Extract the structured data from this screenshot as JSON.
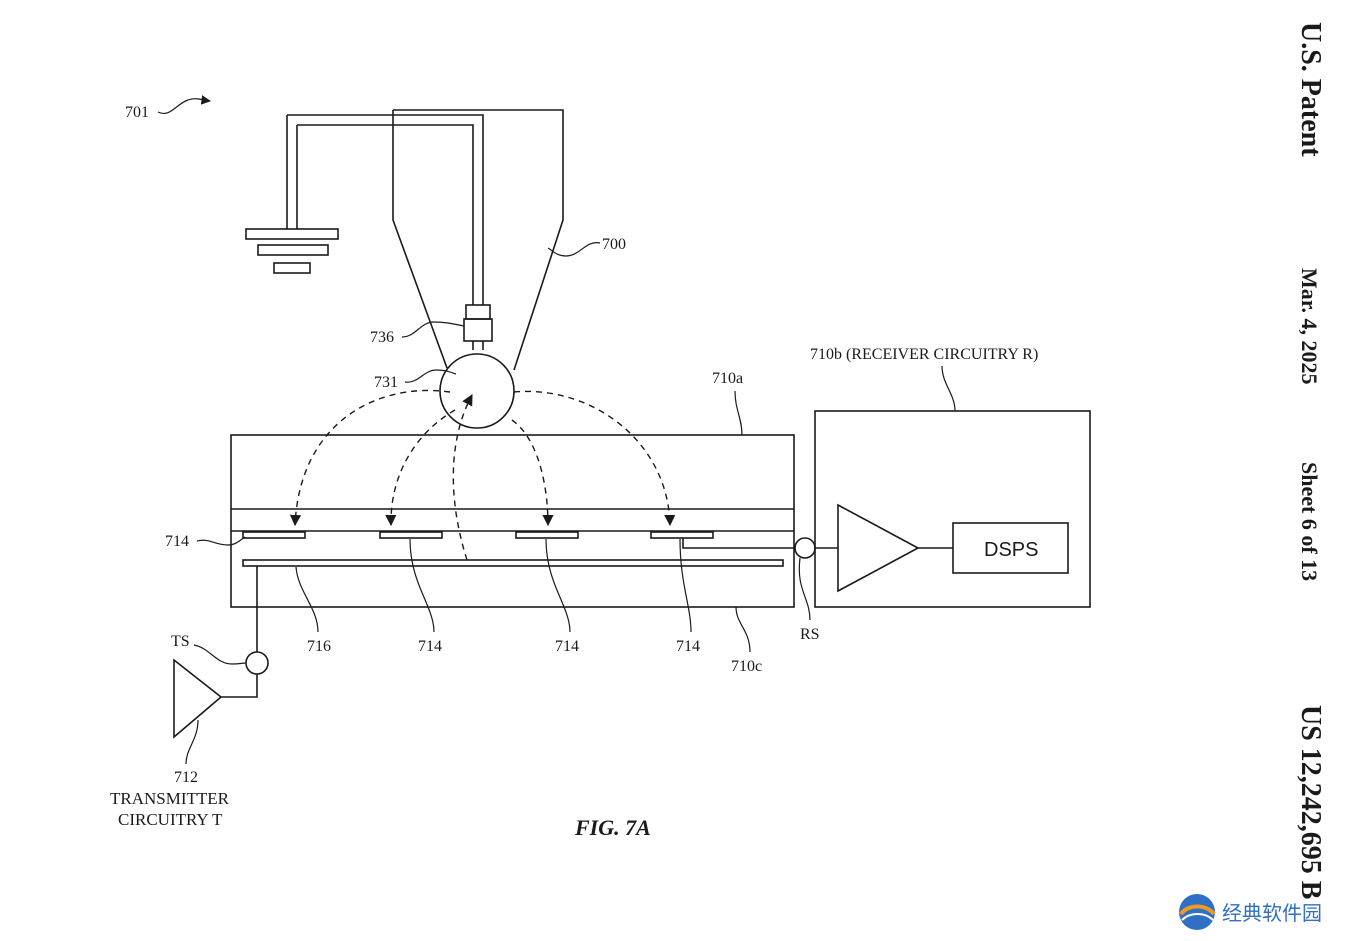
{
  "header": {
    "publication": "U.S. Patent",
    "date": "Mar. 4, 2025",
    "sheet": "Sheet 6 of 13",
    "patent_number": "US 12,242,695 B"
  },
  "figure": {
    "caption": "FIG. 7A",
    "refs": {
      "r701": "701",
      "r700": "700",
      "r736": "736",
      "r731": "731",
      "r710a": "710a",
      "r710b": "710b (RECEIVER CIRCUITRY R)",
      "r714_left": "714",
      "r714_a": "714",
      "r714_b": "714",
      "r714_c": "714",
      "r716": "716",
      "r710c": "710c",
      "rs": "RS",
      "ts": "TS",
      "r712": "712",
      "transmitter_line1": "TRANSMITTER",
      "transmitter_line2": "CIRCUITRY T",
      "dsps": "DSPS"
    }
  },
  "watermark": {
    "text": "经典软件园"
  }
}
